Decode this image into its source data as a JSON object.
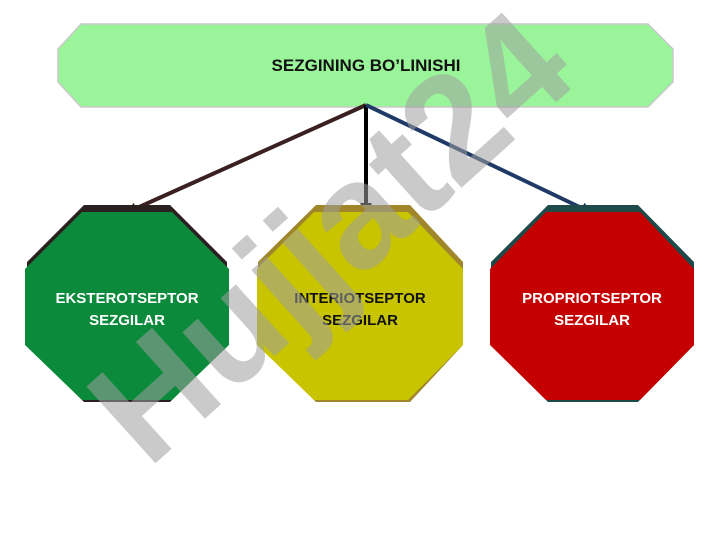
{
  "root": {
    "label": "SEZGINING BO’LINISHI",
    "color": "#9af59a"
  },
  "children": [
    {
      "line1": "EKSTEROTSEPTOR",
      "line2": "SEZGILAR",
      "color": "#0a8a3a",
      "text_color": "#ffffff"
    },
    {
      "line1": "INTERIOTSEPTOR",
      "line2": "SEZGILAR",
      "color": "#c8c400",
      "text_color": "#111111"
    },
    {
      "line1": "PROPRIOTSEPTOR",
      "line2": "SEZGILAR",
      "color": "#c40000",
      "text_color": "#ffffff"
    }
  ],
  "watermark": {
    "text": "Hujjat24",
    "color": "#9e9e9e"
  }
}
